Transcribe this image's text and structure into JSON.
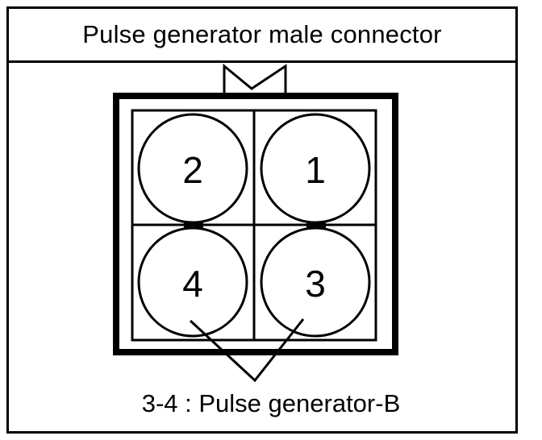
{
  "title": "Pulse generator male connector",
  "pins": {
    "top_left": "2",
    "top_right": "1",
    "bottom_left": "4",
    "bottom_right": "3"
  },
  "caption": "3-4 : Pulse generator-B"
}
